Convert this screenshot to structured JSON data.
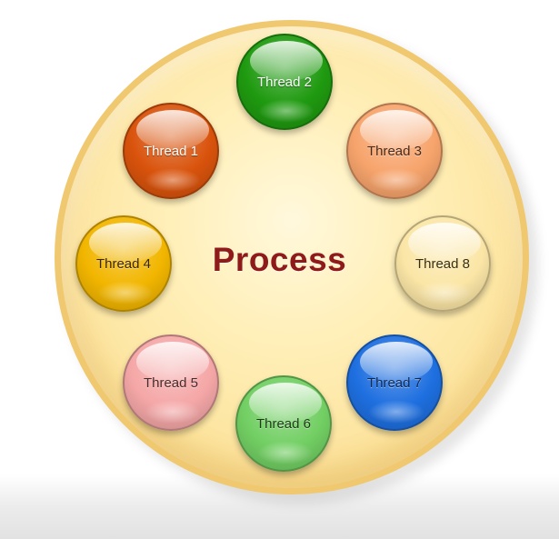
{
  "process": {
    "label": "Process",
    "fill_color": "#fde6a3",
    "border_color": "#efc870",
    "label_color": "#8e1a1a"
  },
  "threads": [
    {
      "label": "Thread 1",
      "color": "#d9530c",
      "text_color": "#ffffff"
    },
    {
      "label": "Thread 2",
      "color": "#1f9a10",
      "text_color": "#ffffff"
    },
    {
      "label": "Thread 3",
      "color": "#f7a46c",
      "text_color": "#4a2a1a"
    },
    {
      "label": "Thread 4",
      "color": "#f2b600",
      "text_color": "#3a2600"
    },
    {
      "label": "Thread 5",
      "color": "#f5a7a7",
      "text_color": "#4a2a2a"
    },
    {
      "label": "Thread 6",
      "color": "#72cf63",
      "text_color": "#1d3a17"
    },
    {
      "label": "Thread 7",
      "color": "#1e6fe0",
      "text_color": "#0f2a55"
    },
    {
      "label": "Thread 8",
      "color": "#fbe6a6",
      "text_color": "#3a2e10"
    }
  ]
}
